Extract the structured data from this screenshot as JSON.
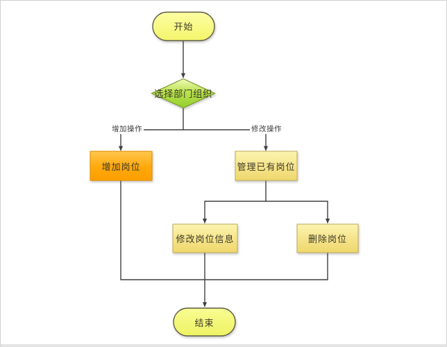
{
  "flowchart": {
    "nodes": {
      "start": {
        "label": "开始",
        "type": "terminator"
      },
      "select_department": {
        "label": "选择部门组织",
        "type": "decision"
      },
      "add_post": {
        "label": "增加岗位",
        "type": "process"
      },
      "manage_existing_posts": {
        "label": "管理已有岗位",
        "type": "process"
      },
      "modify_post_info": {
        "label": "修改岗位信息",
        "type": "process"
      },
      "delete_post": {
        "label": "删除岗位",
        "type": "process"
      },
      "end": {
        "label": "结束",
        "type": "terminator"
      }
    },
    "edge_labels": {
      "add_operation": "增加操作",
      "modify_operation": "修改操作"
    },
    "colors": {
      "terminator_fill": "#F8FA85",
      "decision_fill_top": "#F0FAA0",
      "decision_fill_bottom": "#94CD2D",
      "process_accent_fill": "#FFA705",
      "process_fill": "#F3DE79",
      "connector": "#3F3F3F"
    }
  }
}
